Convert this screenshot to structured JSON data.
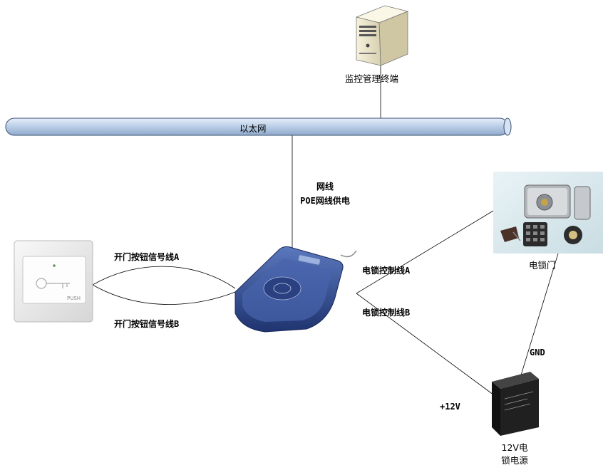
{
  "nodes": {
    "server": {
      "label": "监控管理终端"
    },
    "ethernet": {
      "label": "以太网"
    },
    "door_lock": {
      "label": "电锁门"
    },
    "power_supply": {
      "label_line1": "12V电",
      "label_line2": "锁电源"
    },
    "push_button": {
      "label": "PUSH"
    }
  },
  "connections": {
    "network": {
      "line1": "网线",
      "line2": "POE网线供电"
    },
    "button_a": "开门按钮信号线A",
    "button_b": "开门按钮信号线B",
    "lock_a": "电锁控制线A",
    "lock_b": "电锁控制线B",
    "gnd": "GND",
    "plus12v": "+12V"
  },
  "colors": {
    "bus": "#b9cde6",
    "bus_edge": "#3a4f6f",
    "reader": "#2f4c8f",
    "line": "#000000"
  }
}
